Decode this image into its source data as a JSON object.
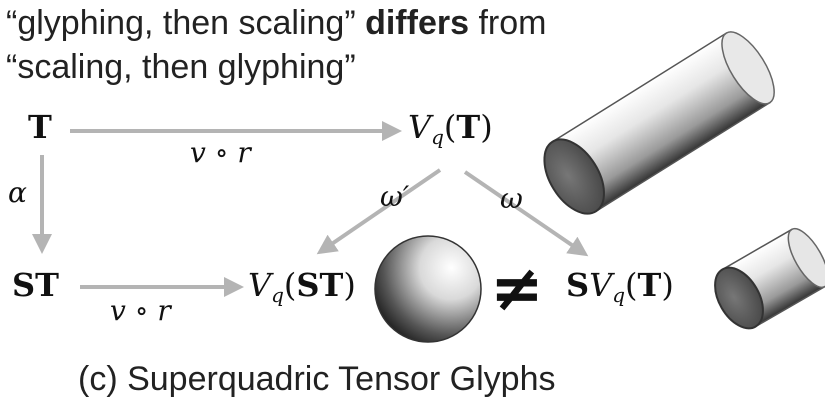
{
  "heading": {
    "line1_pre": "“glyphing, then scaling” ",
    "line1_bold": "differs",
    "line1_post": " from",
    "line2": "“scaling, then glyphing”"
  },
  "nodes": {
    "T": "T",
    "ST": "ST",
    "V": "V",
    "q": "q",
    "T_arg": "T",
    "ST_arg": "ST",
    "S": "S"
  },
  "arrow_labels": {
    "top": "v ∘ r",
    "bottom": "v ∘ r",
    "left": "α",
    "diag_left": "ω′",
    "diag_right": "ω"
  },
  "not_equal": "≠",
  "caption": "(c) Superquadric Tensor Glyphs",
  "colors": {
    "arrow": "#b4b4b4",
    "text": "#111111"
  }
}
